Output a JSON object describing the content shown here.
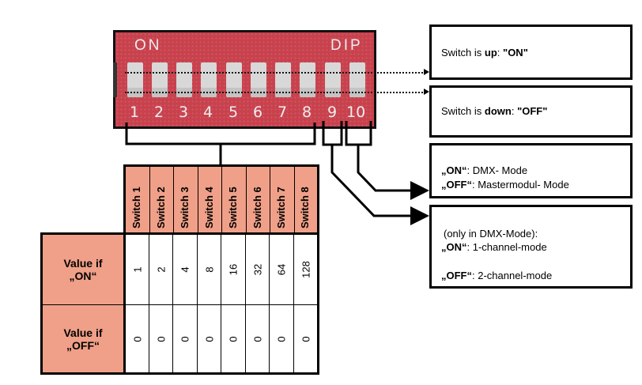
{
  "dip_switch": {
    "label_on": "ON",
    "label_dip": "DIP",
    "numbers": [
      "1",
      "2",
      "3",
      "4",
      "5",
      "6",
      "7",
      "8",
      "9",
      "10"
    ]
  },
  "callouts": {
    "up": {
      "prefix": "Switch is ",
      "bold": "up",
      "suffix": ": ",
      "value": "\"ON\""
    },
    "down": {
      "prefix": "Switch is ",
      "bold": "down",
      "suffix": ": ",
      "value": "\"OFF\""
    },
    "switch10": {
      "line1_bold": "„ON“",
      "line1_text": ": DMX- Mode",
      "line2_bold": "„OFF“",
      "line2_text": ": Mastermodul- Mode"
    },
    "switch9": {
      "note": "(only in DMX-Mode):",
      "line1_bold": "„ON“",
      "line1_text": ": 1-channel-mode",
      "line2_bold": "„OFF“",
      "line2_text": ": 2-channel-mode"
    }
  },
  "table": {
    "headers": [
      "Switch 1",
      "Switch 2",
      "Switch 3",
      "Switch 4",
      "Switch 5",
      "Switch 6",
      "Switch 7",
      "Switch 8"
    ],
    "rows": [
      {
        "label_line1": "Value if",
        "label_line2": "„ON“",
        "values": [
          "1",
          "2",
          "4",
          "8",
          "16",
          "32",
          "64",
          "128"
        ]
      },
      {
        "label_line1": "Value if",
        "label_line2": "„OFF“",
        "values": [
          "0",
          "0",
          "0",
          "0",
          "0",
          "0",
          "0",
          "0"
        ]
      }
    ]
  },
  "colors": {
    "dip_red": "#c8424e",
    "table_header": "#f0a088"
  }
}
